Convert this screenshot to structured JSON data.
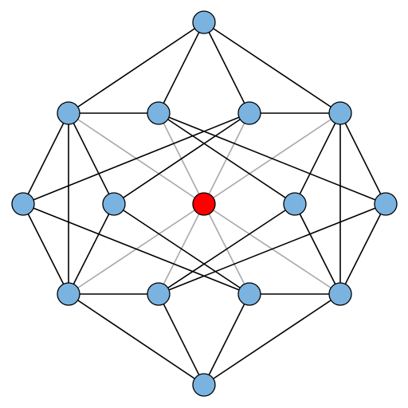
{
  "diagram": {
    "kind": "graph",
    "colors": {
      "background": "#ffffff",
      "vertex_fill": "#7ab3e0",
      "center_vertex_fill": "#ff0000",
      "vertex_stroke": "#000000",
      "outer_edge": "#000000",
      "inner_edge": "#a8a8a8"
    },
    "vertices": [
      {
        "id": "top",
        "role": "outer"
      },
      {
        "id": "upper-left",
        "role": "outer"
      },
      {
        "id": "upper-inner-left",
        "role": "outer"
      },
      {
        "id": "upper-inner-right",
        "role": "outer"
      },
      {
        "id": "upper-right",
        "role": "outer"
      },
      {
        "id": "left",
        "role": "outer"
      },
      {
        "id": "inner-left",
        "role": "outer"
      },
      {
        "id": "center",
        "role": "center"
      },
      {
        "id": "inner-right",
        "role": "outer"
      },
      {
        "id": "right",
        "role": "outer"
      },
      {
        "id": "lower-left",
        "role": "outer"
      },
      {
        "id": "lower-inner-left",
        "role": "outer"
      },
      {
        "id": "lower-inner-right",
        "role": "outer"
      },
      {
        "id": "lower-right",
        "role": "outer"
      },
      {
        "id": "bottom",
        "role": "outer"
      }
    ],
    "edges": [
      {
        "from": "top",
        "to": "upper-left",
        "kind": "outer"
      },
      {
        "from": "top",
        "to": "upper-inner-left",
        "kind": "outer"
      },
      {
        "from": "top",
        "to": "upper-inner-right",
        "kind": "outer"
      },
      {
        "from": "top",
        "to": "upper-right",
        "kind": "outer"
      },
      {
        "from": "upper-left",
        "to": "left",
        "kind": "outer"
      },
      {
        "from": "upper-left",
        "to": "inner-left",
        "kind": "outer"
      },
      {
        "from": "upper-left",
        "to": "lower-left",
        "kind": "outer"
      },
      {
        "from": "upper-left",
        "to": "upper-inner-left",
        "kind": "outer"
      },
      {
        "from": "upper-inner-left",
        "to": "inner-right",
        "kind": "outer"
      },
      {
        "from": "upper-inner-right",
        "to": "left",
        "kind": "outer"
      },
      {
        "from": "upper-right",
        "to": "inner-right",
        "kind": "outer"
      },
      {
        "from": "upper-right",
        "to": "right",
        "kind": "outer"
      },
      {
        "from": "upper-right",
        "to": "upper-inner-right",
        "kind": "outer"
      },
      {
        "from": "upper-right",
        "to": "lower-right",
        "kind": "outer"
      },
      {
        "from": "upper-inner-left",
        "to": "right",
        "kind": "outer"
      },
      {
        "from": "upper-inner-right",
        "to": "inner-left",
        "kind": "outer"
      },
      {
        "from": "left",
        "to": "lower-left",
        "kind": "outer"
      },
      {
        "from": "left",
        "to": "lower-inner-right",
        "kind": "outer"
      },
      {
        "from": "inner-left",
        "to": "lower-left",
        "kind": "outer"
      },
      {
        "from": "inner-left",
        "to": "lower-inner-right",
        "kind": "outer"
      },
      {
        "from": "inner-right",
        "to": "lower-right",
        "kind": "outer"
      },
      {
        "from": "inner-right",
        "to": "lower-inner-left",
        "kind": "outer"
      },
      {
        "from": "right",
        "to": "lower-right",
        "kind": "outer"
      },
      {
        "from": "right",
        "to": "lower-inner-left",
        "kind": "outer"
      },
      {
        "from": "lower-left",
        "to": "bottom",
        "kind": "outer"
      },
      {
        "from": "lower-inner-left",
        "to": "bottom",
        "kind": "outer"
      },
      {
        "from": "lower-inner-right",
        "to": "bottom",
        "kind": "outer"
      },
      {
        "from": "lower-right",
        "to": "bottom",
        "kind": "outer"
      },
      {
        "from": "lower-left",
        "to": "lower-inner-left",
        "kind": "outer"
      },
      {
        "from": "lower-right",
        "to": "lower-inner-right",
        "kind": "outer"
      },
      {
        "from": "center",
        "to": "upper-left",
        "kind": "inner"
      },
      {
        "from": "center",
        "to": "upper-inner-left",
        "kind": "inner"
      },
      {
        "from": "center",
        "to": "upper-inner-right",
        "kind": "inner"
      },
      {
        "from": "center",
        "to": "upper-right",
        "kind": "inner"
      },
      {
        "from": "center",
        "to": "lower-left",
        "kind": "inner"
      },
      {
        "from": "center",
        "to": "lower-inner-left",
        "kind": "inner"
      },
      {
        "from": "center",
        "to": "lower-inner-right",
        "kind": "inner"
      },
      {
        "from": "center",
        "to": "lower-right",
        "kind": "inner"
      }
    ]
  }
}
